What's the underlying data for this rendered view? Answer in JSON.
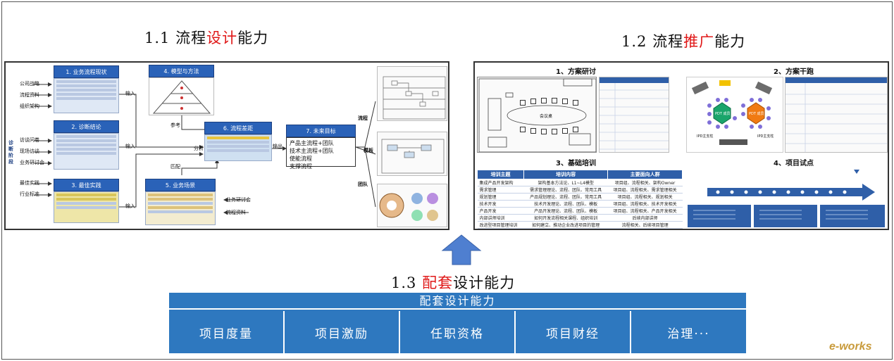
{
  "sections": {
    "s11": {
      "prefix": "1.1 流程",
      "highlight": "设计",
      "suffix": "能力"
    },
    "s12": {
      "prefix": "1.2 流程",
      "highlight": "推广",
      "suffix": "能力"
    },
    "s13": {
      "prefix": "1.3 ",
      "highlight": "配套",
      "suffix": "设计能力"
    }
  },
  "left_panel": {
    "inputs_a": [
      "公司战略",
      "流程资料",
      "组织架构"
    ],
    "inputs_b": [
      "访谈问卷",
      "现场访谈",
      "业务研讨会"
    ],
    "inputs_c": [
      "最佳实践",
      "行业标准"
    ],
    "phase_label": "诊断阶段",
    "boxes": {
      "b1": "1. 业务流程现状",
      "b2": "2. 诊断结论",
      "b3": "3. 最佳实践",
      "b4": "4. 模型与方法",
      "b5": "5. 业务场景",
      "b6": "6. 流程差距",
      "b7": "7. 未来目标"
    },
    "arrow_labels": {
      "in1": "输入",
      "in2": "输入",
      "in3": "输入",
      "ref": "参考",
      "analysis": "分析",
      "match": "匹配",
      "out": "输出"
    },
    "b5_inputs": [
      "业务研讨会",
      "流程资料"
    ],
    "target_items": [
      "产品主流程+团队",
      "技术主流程+团队",
      "使能流程",
      "支撑流程"
    ],
    "branch_labels": [
      "流程",
      "模板",
      "团队"
    ]
  },
  "right_panel": {
    "q1_title": "1、方案研讨",
    "q2_title": "2、方案干跑",
    "q3_title": "3、基础培训",
    "q4_title": "4、项目试点",
    "q1_center": "会议桌",
    "q2_labels": [
      "PDT 成员",
      "PDT 成员",
      "IPD主支柱",
      "IPD主支柱"
    ],
    "training_table": {
      "headers": [
        "培训主题",
        "培训内容",
        "主要面向人群"
      ],
      "rows": [
        [
          "集成产品开发架构",
          "架构基本方法论、L1~L4模型",
          "项目组、流程相关、架构Owner"
        ],
        [
          "需求管理",
          "需求管理理论、流程、团队、常用工具",
          "项目组、流程相关、需求管理相关"
        ],
        [
          "规划管理",
          "产品规划理论、流程、团队、常用工具",
          "项目组、流程相关、规划相关"
        ],
        [
          "技术开发",
          "技术开发理论、流程、团队、模板",
          "项目组、流程相关、技术开发相关"
        ],
        [
          "产品开发",
          "产品开发理论、流程、团队、模板",
          "项目组、流程相关、产品开发相关"
        ],
        [
          "内部讲师培训",
          "如何开发流程相关课程、组织培训",
          "后续内部讲师"
        ],
        [
          "改进型项目管理培训",
          "如何建立、推动企业改进项目的管理",
          "流程相关、后续项目管理"
        ]
      ]
    }
  },
  "bottom": {
    "header": "配套设计能力",
    "cells": [
      "项目度量",
      "项目激励",
      "任职资格",
      "项目财经",
      "治理···"
    ]
  },
  "logo": "e-works",
  "colors": {
    "accent_red": "#e01818",
    "box_blue": "#2a62b8",
    "bottom_blue": "#2e78bf",
    "arrow_blue": "#4f7fd0"
  }
}
